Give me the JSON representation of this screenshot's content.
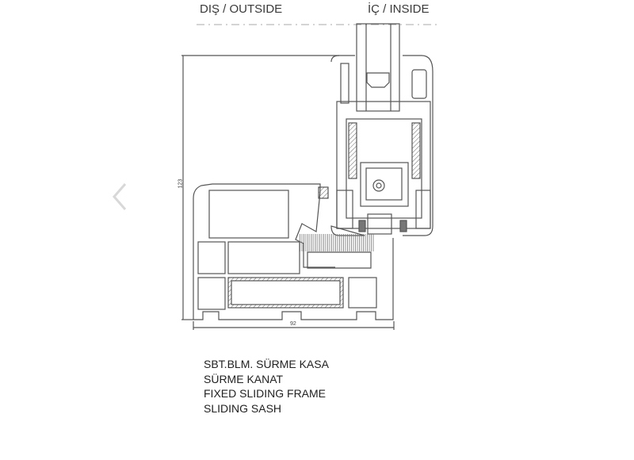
{
  "header": {
    "outside": "DIŞ / OUTSIDE",
    "inside": "İÇ / INSIDE"
  },
  "dimensions": {
    "height": "123",
    "width": "92"
  },
  "legend": [
    "SBT.BLM. SÜRME KASA",
    "SÜRME KANAT",
    "FIXED SLIDING FRAME",
    "SLIDING SASH"
  ],
  "nav": {
    "prev_icon": "chevron-left-icon"
  },
  "colors": {
    "line": "#555555",
    "arrow": "#d8d8d8"
  }
}
